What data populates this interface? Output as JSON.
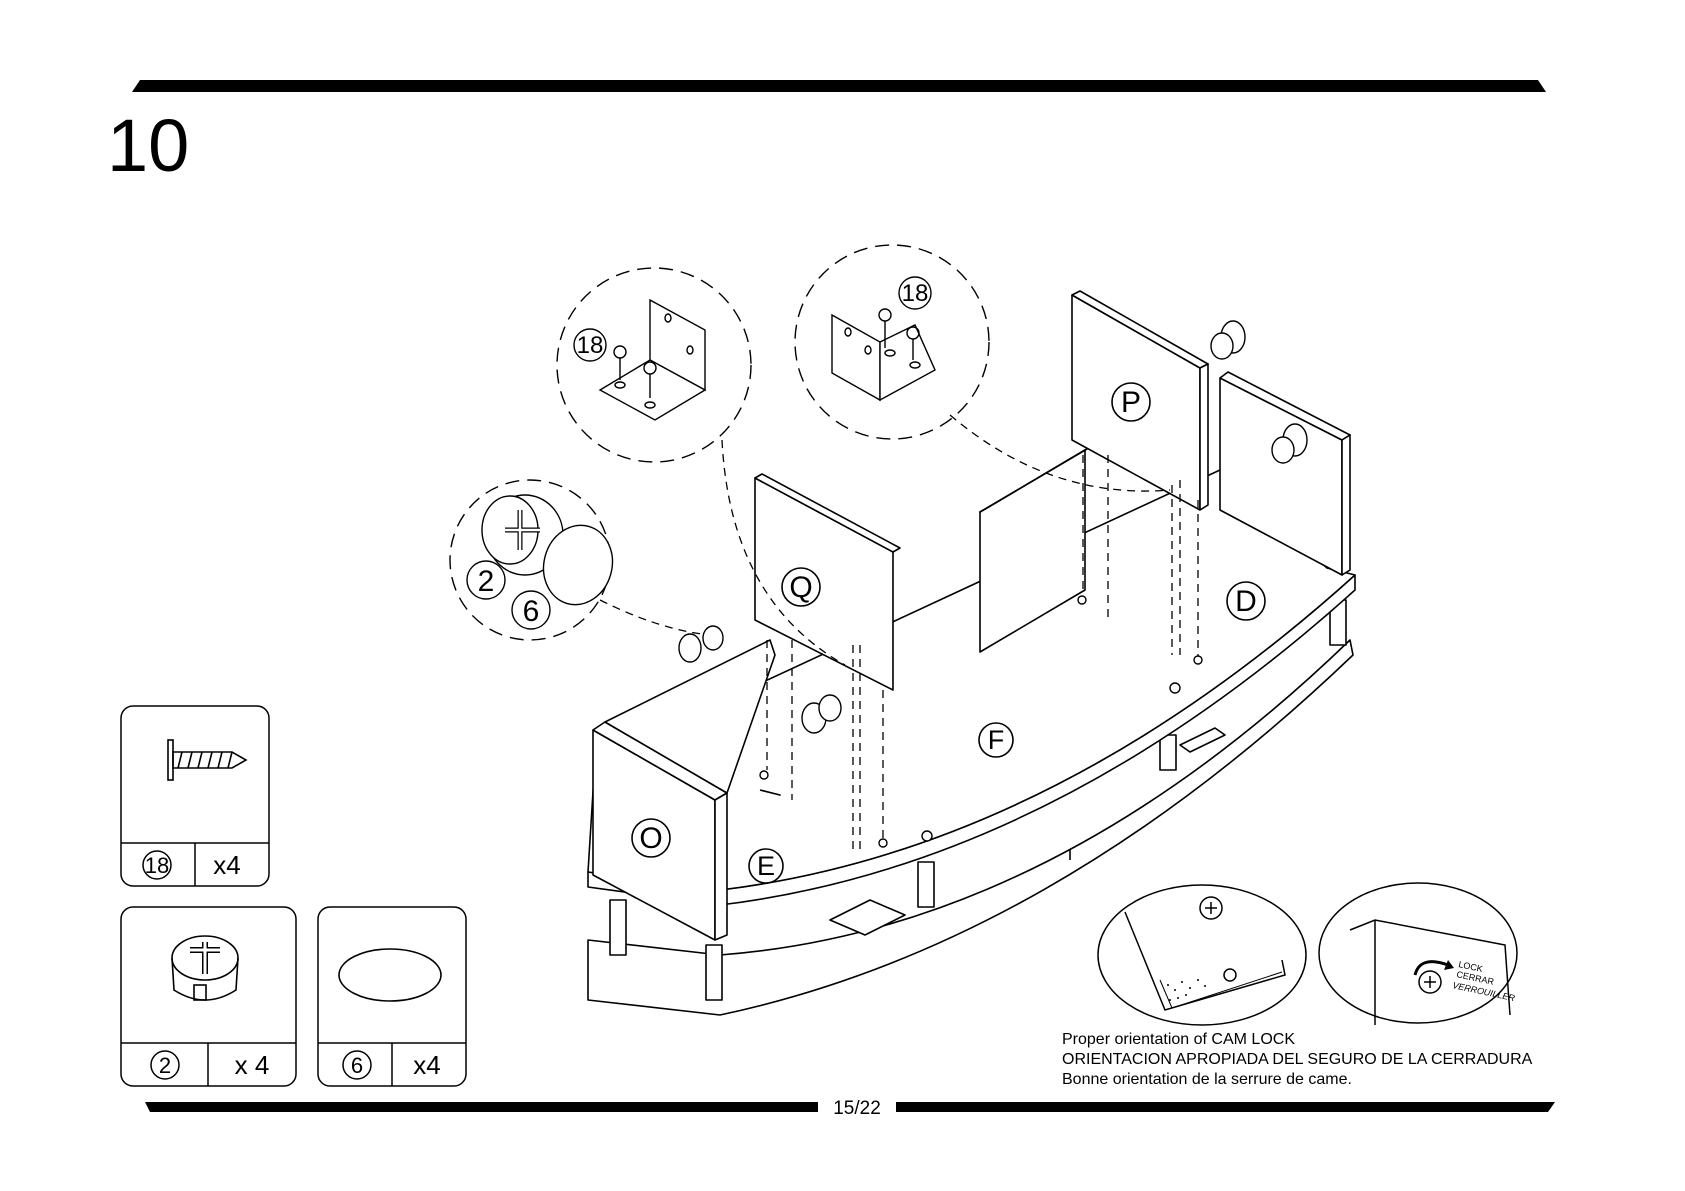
{
  "step_number": "10",
  "page_indicator": "15/22",
  "parts": [
    {
      "id": "18",
      "qty": "x4",
      "icon": "screw-icon"
    },
    {
      "id": "2",
      "qty": "x 4",
      "icon": "cam-lock-icon"
    },
    {
      "id": "6",
      "qty": "x4",
      "icon": "cap-cover-icon"
    }
  ],
  "panel_labels": {
    "O": "O",
    "E": "E",
    "Q": "Q",
    "F": "F",
    "P": "P",
    "D": "D"
  },
  "detail_labels": {
    "bracket_left": "18",
    "bracket_right": "18",
    "cam": "2",
    "cap": "6"
  },
  "lock_label": {
    "line1": "LOCK",
    "line2": "CERRAR",
    "line3": "VERROUILLER"
  },
  "caption": {
    "en": "Proper orientation of CAM LOCK",
    "es": "ORIENTACION APROPIADA DEL SEGURO DE LA CERRADURA",
    "fr": "Bonne orientation de la serrure de came."
  },
  "colors": {
    "ink": "#000000",
    "paper": "#ffffff"
  }
}
